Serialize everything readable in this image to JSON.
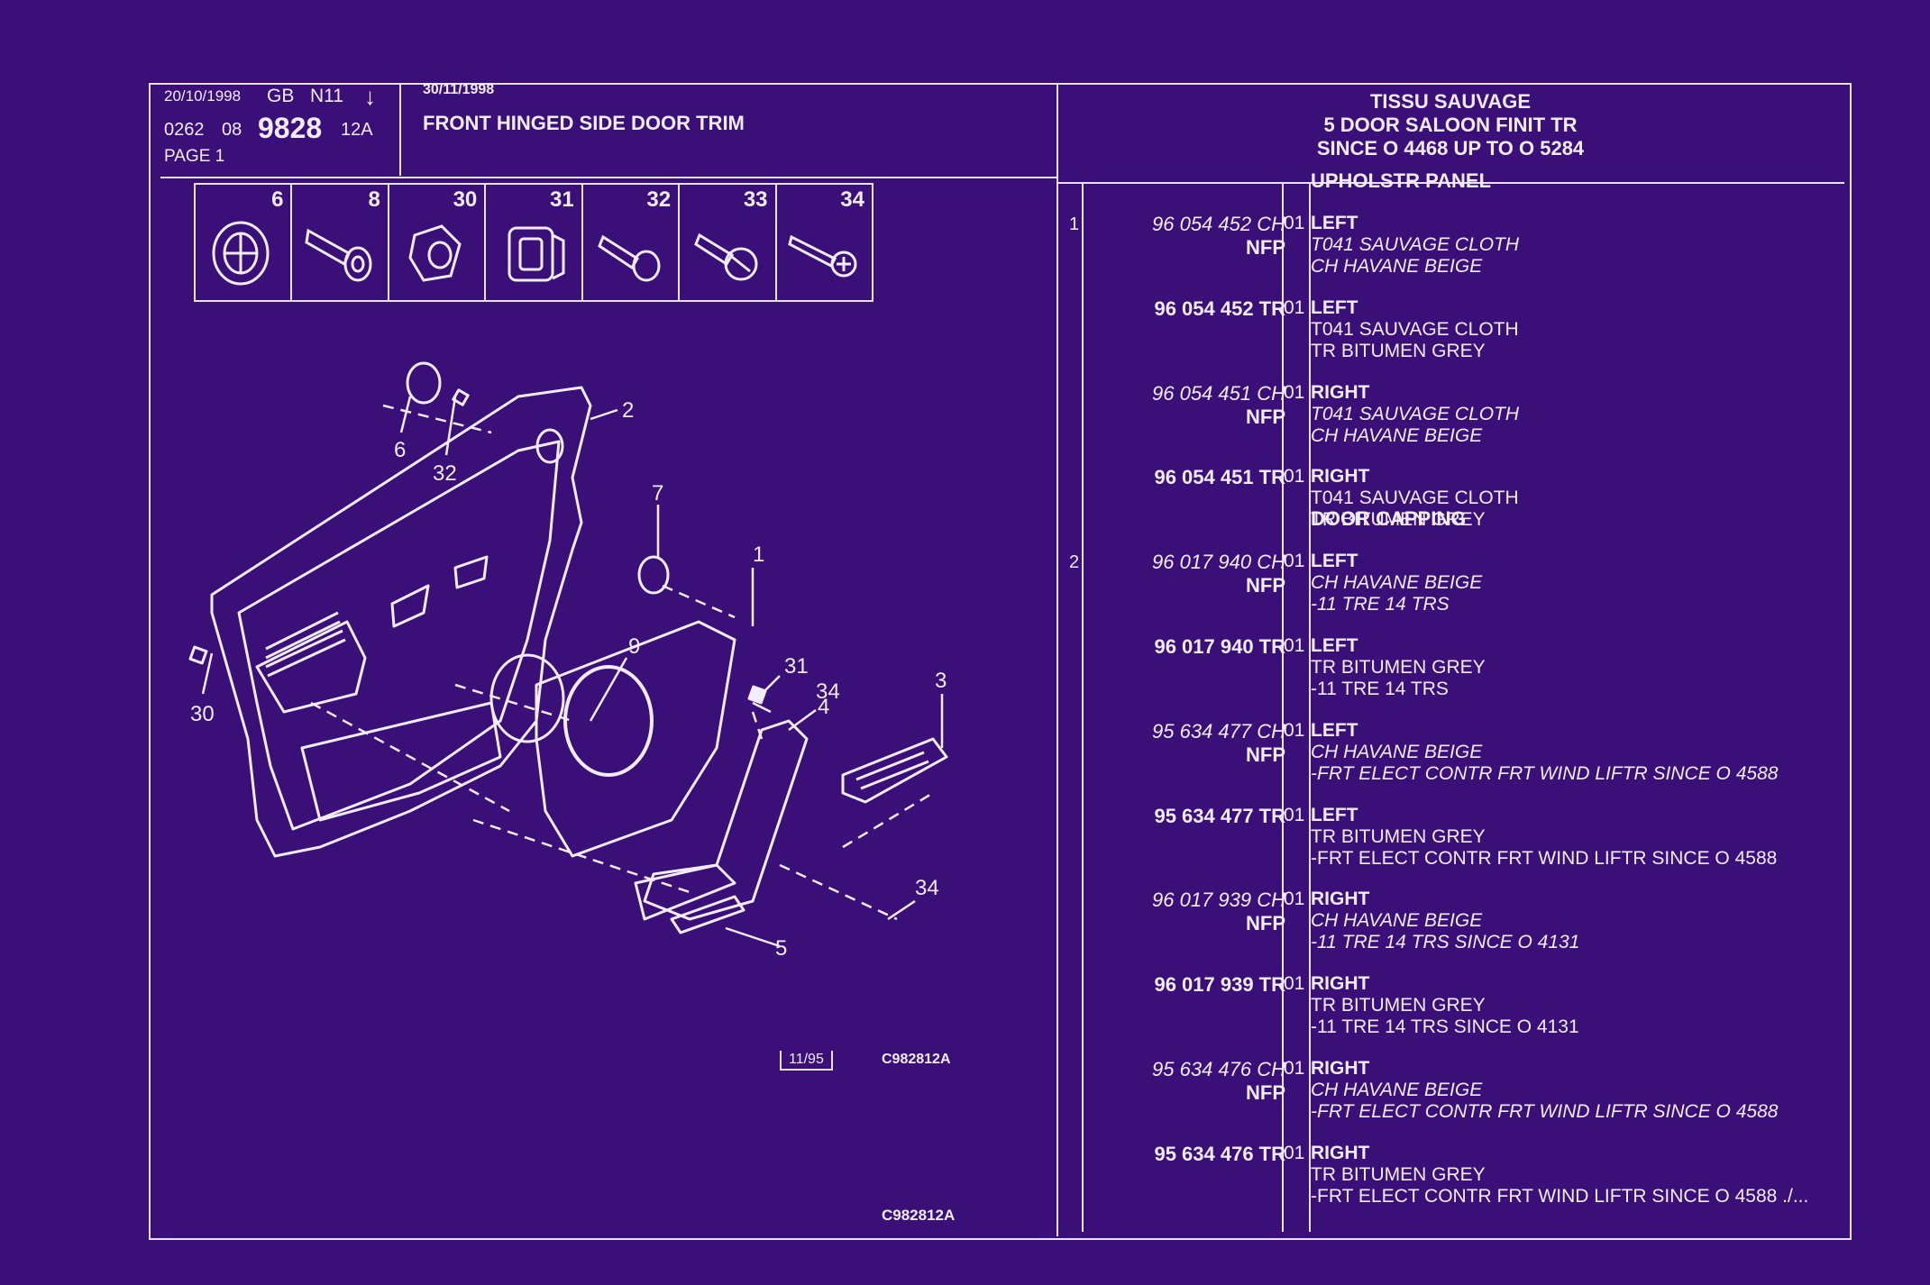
{
  "header": {
    "date1": "20/10/1998",
    "gb": "GB",
    "code": "N11",
    "arrow": "↓",
    "num_a": "0262",
    "num_b": "08",
    "num_c": "9828",
    "num_d": "12A",
    "page": "PAGE 1",
    "date2": "30/11/1998",
    "title": "FRONT HINGED SIDE DOOR TRIM",
    "right_1": "TISSU SAUVAGE",
    "right_2": "5 DOOR SALOON FINIT TR",
    "right_3": "SINCE O  4468 UP TO O  5284"
  },
  "thumbs": [
    "6",
    "8",
    "30",
    "31",
    "32",
    "33",
    "34"
  ],
  "callouts": {
    "c1": "1",
    "c2": "2",
    "c3": "3",
    "c4": "4",
    "c5": "5",
    "c6": "6",
    "c7": "7",
    "c9": "9",
    "c30": "30",
    "c31": "31",
    "c32": "32",
    "c34a": "34",
    "c34b": "34"
  },
  "footer": {
    "box": "11/95",
    "code1": "C982812A",
    "code2": "C982812A"
  },
  "parts": [
    {
      "idx": "1",
      "group": "UPHOLSTR PANEL",
      "ref": "96 054 452 CH",
      "italic": true,
      "nfp": "NFP",
      "qty": "01",
      "d1": "LEFT",
      "d2": "T041 SAUVAGE CLOTH",
      "d3": "CH HAVANE BEIGE"
    },
    {
      "idx": "",
      "group": "",
      "ref": "96 054 452 TR",
      "italic": false,
      "nfp": "",
      "qty": "01",
      "d1": "LEFT",
      "d2": "T041 SAUVAGE CLOTH",
      "d3": "TR BITUMEN GREY"
    },
    {
      "idx": "",
      "group": "",
      "ref": "96 054 451 CH",
      "italic": true,
      "nfp": "NFP",
      "qty": "01",
      "d1": "RIGHT",
      "d2": "T041 SAUVAGE CLOTH",
      "d3": "CH HAVANE BEIGE"
    },
    {
      "idx": "",
      "group": "",
      "ref": "96 054 451 TR",
      "italic": false,
      "nfp": "",
      "qty": "01",
      "d1": "RIGHT",
      "d2": "T041 SAUVAGE CLOTH",
      "d3": "TR BITUMEN GREY"
    },
    {
      "idx": "2",
      "group": "DOOR CAPPING",
      "ref": "96 017 940 CH",
      "italic": true,
      "nfp": "NFP",
      "qty": "01",
      "d1": "LEFT",
      "d2": "CH HAVANE BEIGE",
      "d3": "-11 TRE 14 TRS"
    },
    {
      "idx": "",
      "group": "",
      "ref": "96 017 940 TR",
      "italic": false,
      "nfp": "",
      "qty": "01",
      "d1": "LEFT",
      "d2": "TR BITUMEN GREY",
      "d3": "-11 TRE 14 TRS"
    },
    {
      "idx": "",
      "group": "",
      "ref": "95 634 477 CH",
      "italic": true,
      "nfp": "NFP",
      "qty": "01",
      "d1": "LEFT",
      "d2": "CH HAVANE BEIGE",
      "d3": "-FRT ELECT CONTR FRT WIND LIFTR SINCE O  4588"
    },
    {
      "idx": "",
      "group": "",
      "ref": "95 634 477 TR",
      "italic": false,
      "nfp": "",
      "qty": "01",
      "d1": "LEFT",
      "d2": "TR BITUMEN GREY",
      "d3": "-FRT ELECT CONTR FRT WIND LIFTR SINCE O  4588"
    },
    {
      "idx": "",
      "group": "",
      "ref": "96 017 939 CH",
      "italic": true,
      "nfp": "NFP",
      "qty": "01",
      "d1": "RIGHT",
      "d2": "CH HAVANE BEIGE",
      "d3": "-11 TRE 14 TRS SINCE O  4131"
    },
    {
      "idx": "",
      "group": "",
      "ref": "96 017 939 TR",
      "italic": false,
      "nfp": "",
      "qty": "01",
      "d1": "RIGHT",
      "d2": "TR BITUMEN GREY",
      "d3": "-11 TRE 14 TRS SINCE O  4131"
    },
    {
      "idx": "",
      "group": "",
      "ref": "95 634 476 CH",
      "italic": true,
      "nfp": "NFP",
      "qty": "01",
      "d1": "RIGHT",
      "d2": "CH HAVANE BEIGE",
      "d3": "-FRT ELECT CONTR FRT WIND LIFTR SINCE O  4588"
    },
    {
      "idx": "",
      "group": "",
      "ref": "95 634 476 TR",
      "italic": false,
      "nfp": "",
      "qty": "01",
      "d1": "RIGHT",
      "d2": "TR BITUMEN GREY",
      "d3": "-FRT ELECT CONTR FRT WIND LIFTR SINCE O  4588 ./..."
    }
  ]
}
